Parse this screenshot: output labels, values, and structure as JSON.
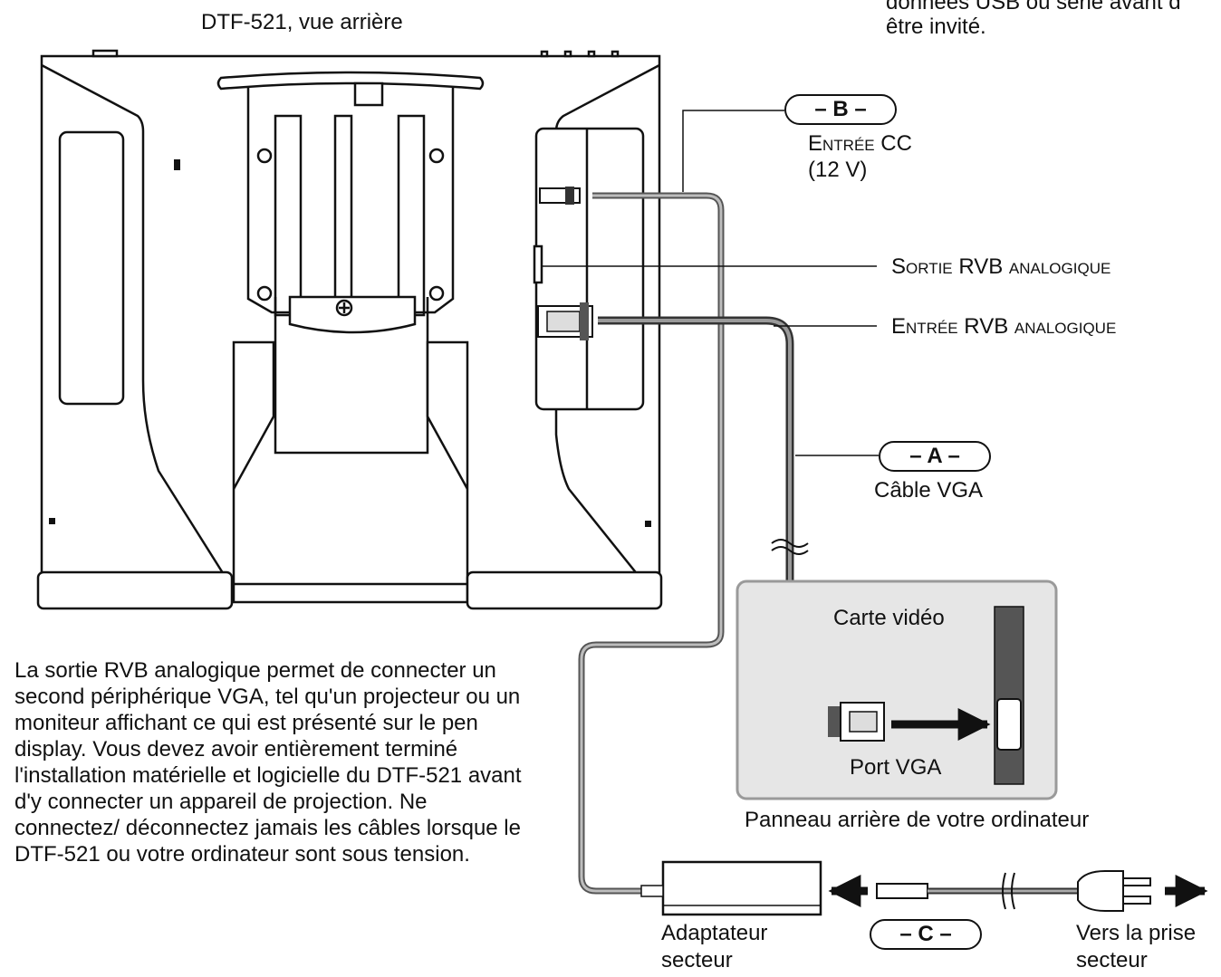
{
  "header": {
    "title": "DTF-521, vue arrière",
    "top_right_partial_line1": "données USB ou série avant d",
    "top_right_partial_line2": "être invité."
  },
  "callouts": {
    "b": {
      "tag": "– B –",
      "line1": "Entrée CC",
      "line2": "(12 V)"
    },
    "a": {
      "tag": "– A –",
      "label": "Câble VGA"
    },
    "c": {
      "tag": "– C –"
    }
  },
  "ports": {
    "analog_out": "Sortie RVB analogique",
    "analog_in": "Entrée RVB analogique"
  },
  "computer": {
    "video_card": "Carte vidéo",
    "vga_port": "Port VGA",
    "panel_caption": "Panneau arrière de votre ordinateur"
  },
  "power": {
    "adapter_line1": "Adaptateur",
    "adapter_line2": "secteur",
    "outlet_line1": "Vers la prise",
    "outlet_line2": "secteur"
  },
  "note": "La sortie RVB analogique permet de connecter un second périphérique VGA, tel qu'un projecteur ou un moniteur affichant ce qui est présenté sur le pen display. Vous devez avoir entièrement terminé l'installation matérielle et logicielle du DTF-521 avant d'y connecter un appareil de projection. Ne connectez/ déconnectez jamais les câbles lorsque le DTF-521 ou votre ordinateur sont sous tension."
}
